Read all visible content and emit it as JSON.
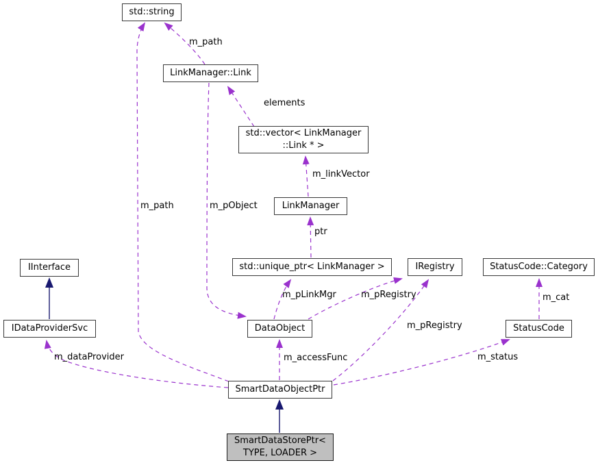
{
  "diagram": {
    "type": "collaboration-graph",
    "colors": {
      "usage_edge": "#9a32cd",
      "inheritance_edge": "#191970",
      "node_fill": "#ffffff",
      "node_border": "#383838",
      "highlight_fill": "#bfbfbf"
    },
    "nodes": [
      {
        "id": "std-string",
        "label": "std::string"
      },
      {
        "id": "linkmanager-link",
        "label": "LinkManager::Link"
      },
      {
        "id": "std-vector",
        "label": "std::vector< LinkManager\n::Link * >"
      },
      {
        "id": "linkmanager",
        "label": "LinkManager"
      },
      {
        "id": "iinterface",
        "label": "IInterface"
      },
      {
        "id": "std-unique-ptr",
        "label": "std::unique_ptr< LinkManager >"
      },
      {
        "id": "iregistry",
        "label": "IRegistry"
      },
      {
        "id": "statuscode-category",
        "label": "StatusCode::Category"
      },
      {
        "id": "idataprovidersvc",
        "label": "IDataProviderSvc"
      },
      {
        "id": "dataobject",
        "label": "DataObject"
      },
      {
        "id": "statuscode",
        "label": "StatusCode"
      },
      {
        "id": "smartdataobjectptr",
        "label": "SmartDataObjectPtr"
      },
      {
        "id": "smartdatastoreptr",
        "label": "SmartDataStorePtr<\nTYPE, LOADER >",
        "highlighted": true
      }
    ],
    "edges": [
      {
        "label": "m_path",
        "from": "LinkManager::Link",
        "to": "std::string"
      },
      {
        "label": "m_path",
        "from": "SmartDataObjectPtr",
        "to": "std::string"
      },
      {
        "label": "elements",
        "from": "std::vector< LinkManager::Link * >",
        "to": "LinkManager::Link"
      },
      {
        "label": "m_linkVector",
        "from": "LinkManager",
        "to": "std::vector< LinkManager::Link * >"
      },
      {
        "label": "ptr",
        "from": "std::unique_ptr< LinkManager >",
        "to": "LinkManager"
      },
      {
        "label": "m_pObject",
        "from": "LinkManager::Link",
        "to": "DataObject"
      },
      {
        "label": "m_pLinkMgr",
        "from": "DataObject",
        "to": "std::unique_ptr< LinkManager >"
      },
      {
        "label": "m_pRegistry",
        "from": "DataObject",
        "to": "IRegistry"
      },
      {
        "label": "m_pRegistry",
        "from": "SmartDataObjectPtr",
        "to": "IRegistry"
      },
      {
        "label": "m_accessFunc",
        "from": "SmartDataObjectPtr",
        "to": "DataObject"
      },
      {
        "label": "m_dataProvider",
        "from": "SmartDataObjectPtr",
        "to": "IDataProviderSvc"
      },
      {
        "label": "m_status",
        "from": "SmartDataObjectPtr",
        "to": "StatusCode"
      },
      {
        "label": "m_cat",
        "from": "StatusCode",
        "to": "StatusCode::Category"
      }
    ],
    "inheritance": [
      {
        "from": "IDataProviderSvc",
        "to": "IInterface"
      },
      {
        "from": "SmartDataStorePtr< TYPE, LOADER >",
        "to": "SmartDataObjectPtr"
      }
    ]
  }
}
